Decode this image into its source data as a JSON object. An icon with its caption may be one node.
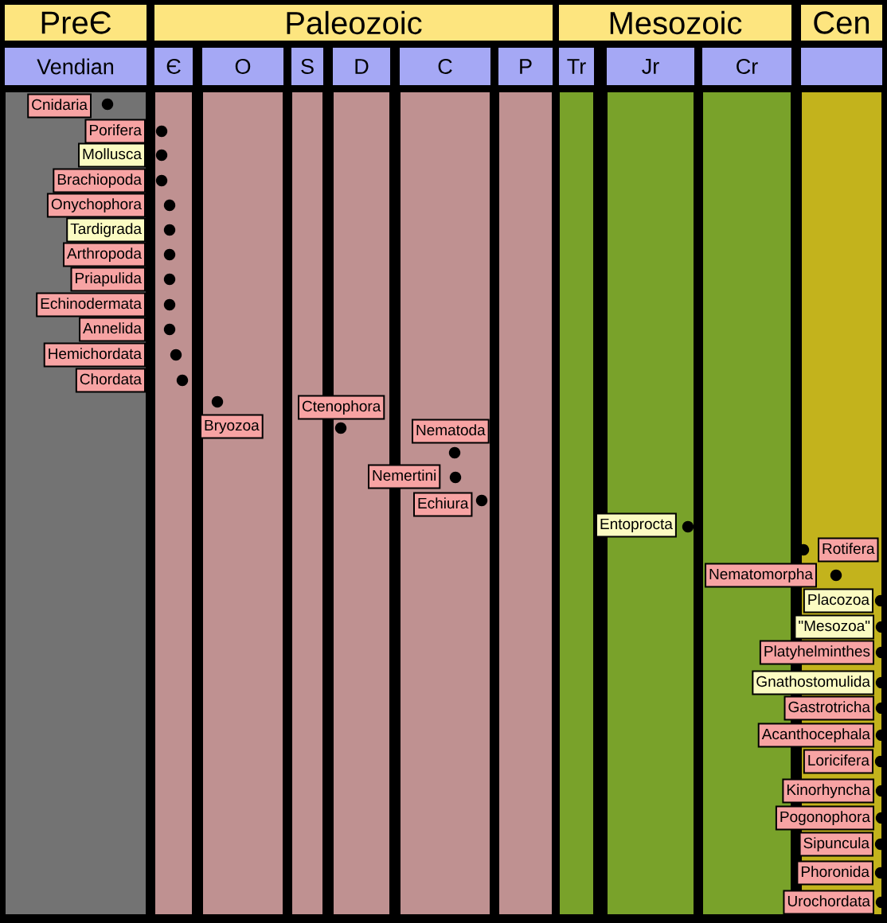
{
  "diagram": {
    "nodes": [
      {
        "text": [
          "PreЄ"
        ]
      },
      {
        "text": [
          "Paleozoic"
        ]
      },
      {
        "text": [
          "Mesozoic"
        ]
      },
      {
        "text": [
          "Cen"
        ]
      },
      {
        "text": [
          "Vendian"
        ]
      },
      {
        "text": [
          "Є"
        ]
      },
      {
        "text": [
          "O"
        ]
      },
      {
        "text": [
          "S"
        ]
      },
      {
        "text": [
          "D"
        ]
      },
      {
        "text": [
          "C"
        ]
      },
      {
        "text": [
          "P"
        ]
      },
      {
        "text": [
          "Tr"
        ]
      },
      {
        "text": [
          "Jr"
        ]
      },
      {
        "text": [
          "Cr"
        ]
      },
      {
        "text": [],
        "shape": "box"
      },
      {
        "text": [],
        "shape": "bar"
      },
      {
        "text": [],
        "shape": "bar"
      },
      {
        "text": [],
        "shape": "bar"
      },
      {
        "text": [],
        "shape": "bar"
      },
      {
        "text": [],
        "shape": "bar"
      },
      {
        "text": [],
        "shape": "bar"
      },
      {
        "text": [],
        "shape": "bar"
      },
      {
        "text": [],
        "shape": "bar"
      },
      {
        "text": [],
        "shape": "bar"
      },
      {
        "text": [],
        "shape": "bar"
      },
      {
        "text": [],
        "shape": "bar"
      },
      {
        "text": [
          "Cnidaria"
        ],
        "in": 15
      },
      {
        "text": [
          "Porifera"
        ],
        "in": 15
      },
      {
        "text": [
          "Mollusca"
        ],
        "in": 15
      },
      {
        "text": [
          "Brachiopoda"
        ],
        "in": 15
      },
      {
        "text": [
          "Onychophora"
        ],
        "in": 15
      },
      {
        "text": [
          "Tardigrada"
        ],
        "in": 15
      },
      {
        "text": [
          "Arthropoda"
        ],
        "in": 15
      },
      {
        "text": [
          "Priapulida"
        ],
        "in": 15
      },
      {
        "text": [
          "Echinodermata"
        ],
        "in": 15
      },
      {
        "text": [
          "Annelida"
        ],
        "in": 15
      },
      {
        "text": [
          "Hemichordata"
        ],
        "in": 15
      },
      {
        "text": [
          "Chordata"
        ],
        "in": 15
      },
      {
        "text": [
          "Ctenophora"
        ]
      },
      {
        "text": [
          "Bryozoa"
        ],
        "in": 17
      },
      {
        "text": [
          "Nematoda"
        ],
        "in": 20
      },
      {
        "text": [
          "Nemertini"
        ]
      },
      {
        "text": [
          "Echiura"
        ],
        "in": 20
      },
      {
        "text": [
          "Entoprocta"
        ]
      },
      {
        "text": [
          "Rotifera"
        ],
        "in": 25
      },
      {
        "text": [
          "Nematomorpha"
        ]
      },
      {
        "text": [
          "Placozoa"
        ],
        "in": 25
      },
      {
        "text": [
          "\"Mesozoa\""
        ]
      },
      {
        "text": [
          "Platyhelminthes"
        ]
      },
      {
        "text": [
          "Gnathostomulida"
        ]
      },
      {
        "text": [
          "Gastrotricha"
        ]
      },
      {
        "text": [
          "Acanthocephala"
        ]
      },
      {
        "text": [
          "Loricifera"
        ],
        "in": 25
      },
      {
        "text": [
          "Kinorhyncha"
        ]
      },
      {
        "text": [
          "Pogonophora"
        ]
      },
      {
        "text": [
          "Sipuncula"
        ],
        "in": 25
      },
      {
        "text": [
          "Phoronida"
        ],
        "in": 25
      },
      {
        "text": [
          "Urochordata"
        ]
      }
    ]
  }
}
